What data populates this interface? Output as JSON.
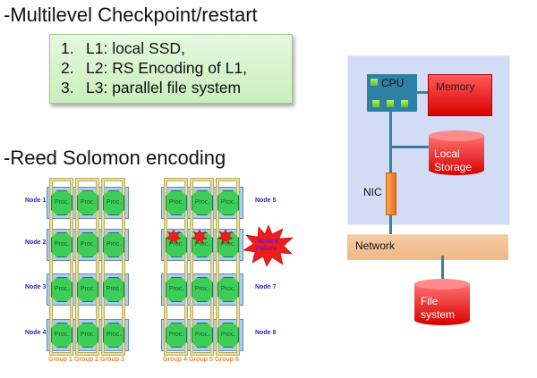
{
  "headings": {
    "checkpoint": "-Multilevel Checkpoint/restart",
    "reed_solomon": "-Reed Solomon encoding"
  },
  "levels": [
    {
      "num": "1.",
      "text": "L1: local SSD,"
    },
    {
      "num": "2.",
      "text": "L2: RS Encoding of L1,"
    },
    {
      "num": "3.",
      "text": "L3: parallel file system"
    }
  ],
  "rs_diagram": {
    "proc_label": "Proc.",
    "left_nodes": [
      "Node 1",
      "Node 2",
      "Node 3",
      "Node 4"
    ],
    "right_nodes": [
      "Node 5",
      "Node 6",
      "Node 7",
      "Node 8"
    ],
    "left_groups": [
      "Group 1",
      "Group 2",
      "Group 3"
    ],
    "right_groups": [
      "Group 4",
      "Group 5",
      "Group 6"
    ],
    "failure_label_line1": "Node 6",
    "failure_label_line2": "Failure",
    "failed_node_index": 1,
    "colors": {
      "node_label": "#2a2ab8",
      "group_label": "#e8893a",
      "proc": "#3fcd5a",
      "node_box": "#a9cdf2",
      "failure": "#ee1c1c"
    }
  },
  "system_diagram": {
    "cpu_label": "CPU",
    "memory_label": "Memory",
    "local_storage_label_line1": "Local",
    "local_storage_label_line2": "Storage",
    "nic_label": "NIC",
    "network_label": "Network",
    "fs_label_line1": "File",
    "fs_label_line2": "system"
  }
}
